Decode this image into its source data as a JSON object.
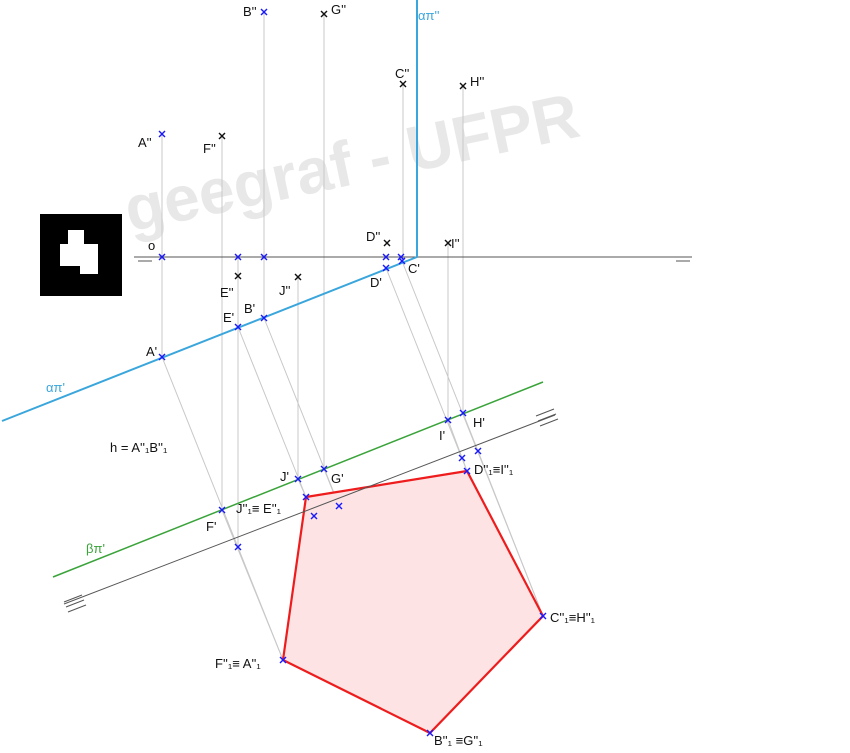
{
  "watermark": "geegraf - UFPR",
  "logo": {
    "name": "geegraf-logo",
    "colors": {
      "bg": "#000000",
      "fg": "#ffffff"
    }
  },
  "colors": {
    "construction": "#c8c8c8",
    "ground_line": "#555555",
    "alpha_trace": "#3aa6dc",
    "beta_trace": "#3aa33a",
    "polygon_stroke": "#ee1c1c",
    "polygon_fill": "#fde3e3",
    "point_mark": "#1a1aff",
    "text": "#111111"
  },
  "labels": {
    "alpha_v": "απ''",
    "alpha_h": "απ'",
    "beta_h": "βπ'",
    "origin": "o",
    "A_v": "A''",
    "A_h": "A'",
    "B_v": "B''",
    "B_h": "B'",
    "C_v": "C''",
    "C_h": "C'",
    "D_v": "D''",
    "D_h": "D'",
    "E_v": "E''",
    "E_h": "E'",
    "F_v": "F''",
    "F_h": "F'",
    "G_v": "G''",
    "G_h": "G'",
    "H_v": "H''",
    "H_h": "H'",
    "I_v": "I''",
    "I_h": "I'",
    "J_v": "J''",
    "J_h": "J'",
    "h_line": "h = A''₁B''₁",
    "rot_DI": "D''₁≡I''₁",
    "rot_CH": "C''₁≡H''₁",
    "rot_BG": "B''₁ ≡G''₁",
    "rot_FA": "F''₁≡ A''₁",
    "rot_JE": "J''₁≡ E''₁"
  }
}
